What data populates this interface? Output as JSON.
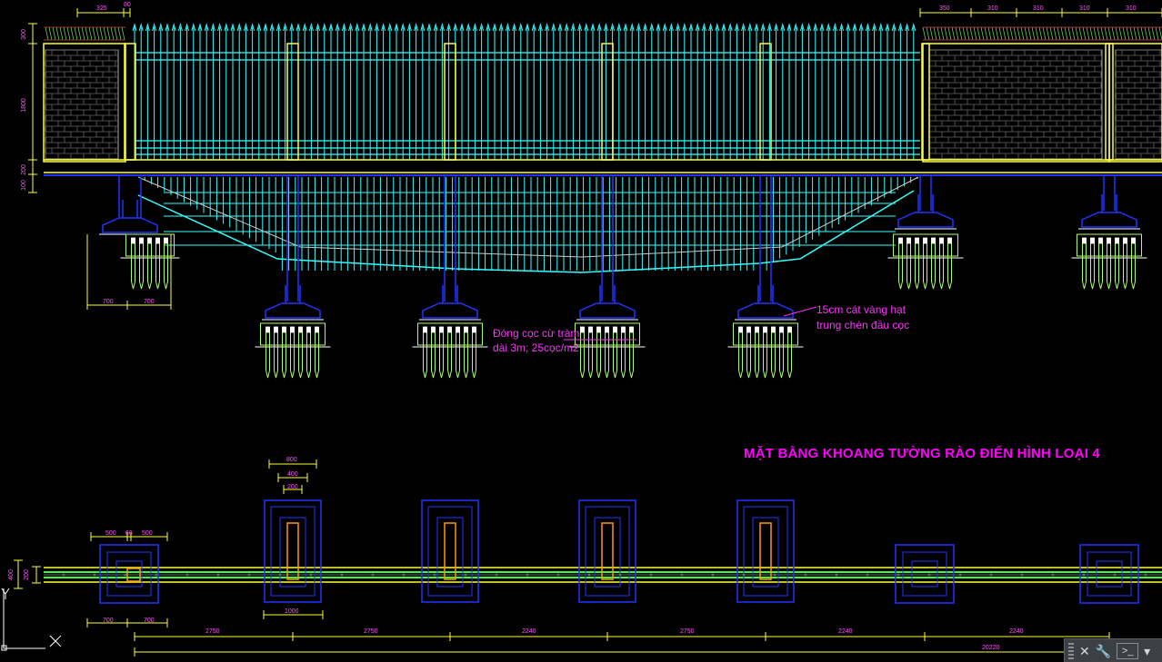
{
  "drawing": {
    "title": "MẶT BẰNG KHOANG TƯỜNG RÀO ĐIỂN HÌNH LOẠI 4",
    "note_piles": [
      "Đóng cọc cừ tràm",
      "dài 3m; 25cọc/m2"
    ],
    "note_sand": [
      "15cm cát vàng hạt",
      "trung chèn đầu cọc"
    ]
  },
  "dimensions": {
    "plan_bottom": [
      "2750",
      "2750",
      "2240",
      "2750",
      "2240",
      "2240"
    ],
    "plan_total": "20220",
    "footing_top": [
      "800",
      "400",
      "200"
    ],
    "footing_bottom": "1000",
    "left_footing_top": [
      "500",
      "60",
      "500"
    ],
    "left_footing_bottom": [
      "700",
      "700"
    ],
    "elev_left_footing_bottom": [
      "700",
      "700"
    ],
    "wall_top_left": [
      "325",
      "80"
    ],
    "wall_top_right": [
      "350",
      "310",
      "310",
      "310",
      "310"
    ],
    "vertical_left": [
      "300",
      "1800",
      "200",
      "100"
    ],
    "plan_vertical": [
      "400",
      "200"
    ]
  },
  "colors": {
    "background": "#000000",
    "fence": "#33ffff",
    "column": "#ffff33",
    "structure": "#2233ff",
    "pile": "#aaff66",
    "annotation": "#ff33ff",
    "orange": "#ff9900"
  },
  "toolbar": {
    "close": "✕",
    "settings": "🔧",
    "prompt": ">_",
    "dropdown": "▾"
  }
}
